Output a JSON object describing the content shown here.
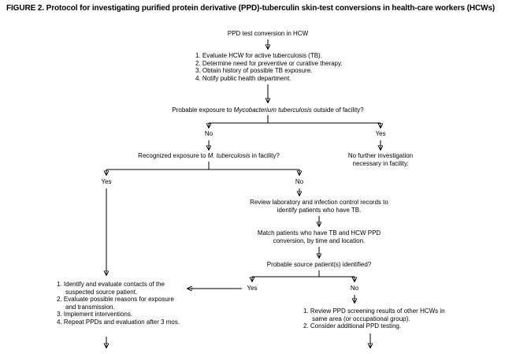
{
  "figure": {
    "title": "FIGURE 2. Protocol for investigating purified protein derivative (PPD)-tuberculin skin-test conversions in health-care workers (HCWs)"
  },
  "labels": {
    "yes": "Yes",
    "no": "No"
  },
  "nodes": {
    "start": "PPD test conversion in HCW",
    "initial_steps": [
      "1. Evaluate HCW for active tuberculosis (TB).",
      "2. Determine need for preventive or curative therapy.",
      "3. Obtain history of possible TB exposure.",
      "4. Notify public health department."
    ],
    "q_exposure_outside": {
      "pre": "Probable exposure to ",
      "italic": "Mycobacterium tuberculosis",
      "post": " outside of facility?"
    },
    "no_further_investigation": "No further investigation necessary in facility.",
    "q_exposure_in_facility": {
      "pre": "Recognized exposure to ",
      "italic": "M. tuberculosis",
      "post": " in facility?"
    },
    "review_records": "Review laboratory and infection control records to identify patients who have TB.",
    "match_patients": "Match patients who have TB and HCW PPD conversion, by time and location.",
    "q_source_identified": "Probable source patient(s) identified?",
    "source_identified_actions": [
      "1. Identify and evaluate contacts of the suspected source patient.",
      "2. Evaluate possible reasons for exposure and transmission.",
      "3. Implement interventions.",
      "4. Repeat PPDs and evaluation after 3 mos."
    ],
    "source_not_identified_actions": [
      "1. Review PPD screening results of other HCWs in same area (or occupational group).",
      "2. Consider additional PPD testing."
    ]
  }
}
